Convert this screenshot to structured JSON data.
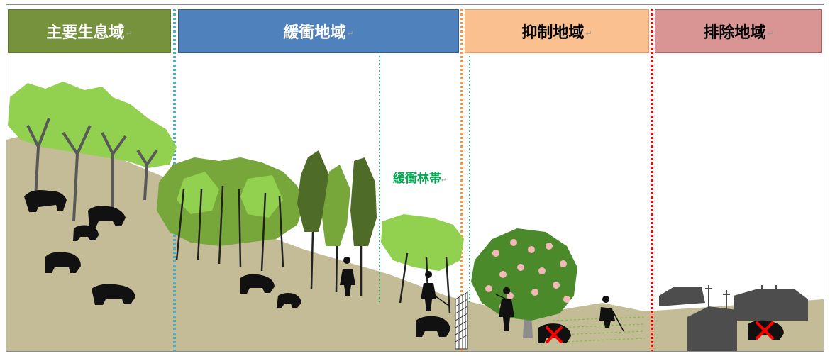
{
  "zones": [
    {
      "label": "主要生息域",
      "bg": "#76923c",
      "fg": "#ffffff",
      "border": "#5a7a2a"
    },
    {
      "label": "緩衝地域",
      "bg": "#4f81bd",
      "fg": "#ffffff",
      "border": "#365f91"
    },
    {
      "label": "抑制地域",
      "bg": "#fac08f",
      "fg": "#000000",
      "border": "#e8a060"
    },
    {
      "label": "排除地域",
      "bg": "#d99594",
      "fg": "#000000",
      "border": "#b06060"
    }
  ],
  "buffer_belt_label": "緩衝林帯",
  "colors": {
    "ground": "#c4bc96",
    "light_tree": "#92d050",
    "mid_tree": "#77a63a",
    "dark_tree": "#4f6b28",
    "trunk": "#595959",
    "bear": "#111111",
    "persimmon_tree": "#4a8a2a",
    "persimmon_fruit": "#f4b8b8",
    "house": "#4d4d4d",
    "cross": "#ff0000",
    "line_habitat_buffer": "#4bacc6",
    "line_buffer_suppress": "#f79646",
    "line_suppress_exclude": "#ff0000",
    "line_belt": "#00a650"
  }
}
